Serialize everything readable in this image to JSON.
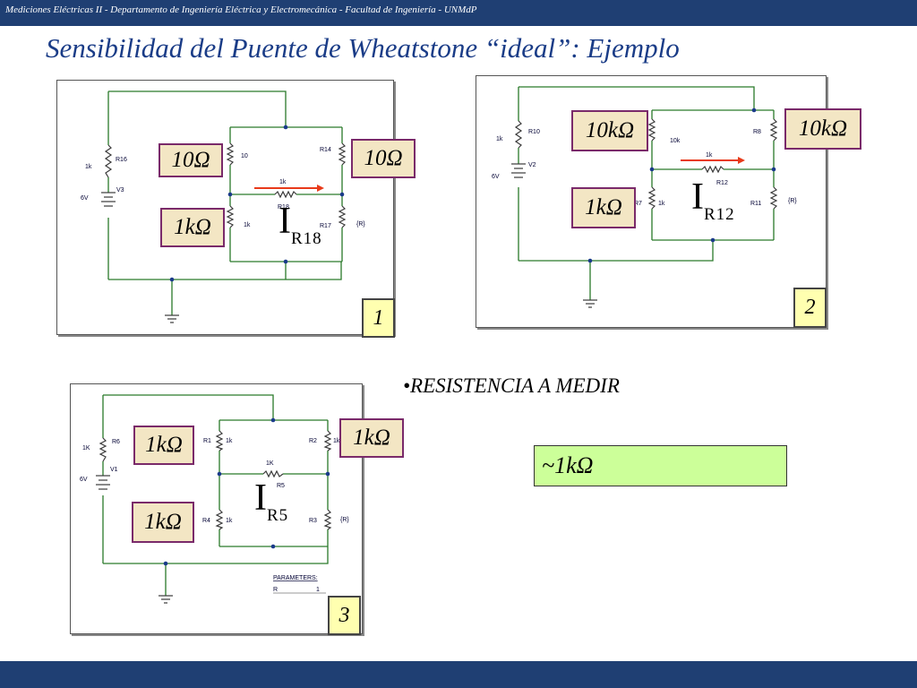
{
  "header": {
    "text": "Mediciones Eléctricas II - Departamento de Ingeniería Eléctrica y Electromecánica - Facultad de Ingeniería - UNMdP"
  },
  "slide": {
    "title": "Sensibilidad del Puente de Wheatstone “ideal”: Ejemplo"
  },
  "circuits": [
    {
      "number": "1",
      "labels": [
        "10Ω",
        "10Ω",
        "1kΩ"
      ],
      "current": {
        "main": "I",
        "sub": "R18"
      },
      "schematic": {
        "source_value": "6V",
        "source_name": "V3",
        "series_value": "1k",
        "series_name": "R16",
        "top_left_name": "",
        "top_left_value": "10",
        "top_right_name": "R14",
        "top_right_value": "",
        "bridge_name": "R18",
        "bridge_value": "1k",
        "bottom_left_name": "",
        "bottom_left_value": "1k",
        "bottom_right_name": "R17",
        "bottom_right_value": "{R}"
      }
    },
    {
      "number": "2",
      "labels": [
        "10kΩ",
        "10kΩ",
        "1kΩ"
      ],
      "current": {
        "main": "I",
        "sub": "R12"
      },
      "schematic": {
        "source_value": "6V",
        "source_name": "V2",
        "series_value": "1k",
        "series_name": "R10",
        "top_left_name": "",
        "top_left_value": "10k",
        "top_right_name": "R8",
        "top_right_value": "",
        "bridge_name": "R12",
        "bridge_value": "1k",
        "bottom_left_name": "R7",
        "bottom_left_value": "1k",
        "bottom_right_name": "R11",
        "bottom_right_value": "{R}"
      }
    },
    {
      "number": "3",
      "labels": [
        "1kΩ",
        "1kΩ",
        "1kΩ"
      ],
      "current": {
        "main": "I",
        "sub": "R5"
      },
      "schematic": {
        "source_value": "6V",
        "source_name": "V1",
        "series_value": "1K",
        "series_name": "R6",
        "top_left_name": "R1",
        "top_left_value": "1k",
        "top_right_name": "R2",
        "top_right_value": "1k",
        "bridge_name": "R5",
        "bridge_value": "1K",
        "bottom_left_name": "R4",
        "bottom_left_value": "1k",
        "bottom_right_name": "R3",
        "bottom_right_value": "{R}",
        "params_title": "PARAMETERS:",
        "params_name": "R",
        "params_value": "1"
      }
    }
  ],
  "note": {
    "bullet": "•RESISTENCIA A MEDIR",
    "result": "~1kΩ"
  },
  "colors": {
    "bar": "#1f3f73",
    "title": "#1a3c87",
    "label_fill": "#f3e6c4",
    "label_border": "#7a2a6a",
    "number_fill": "#ffffb0",
    "result_fill": "#ccff99",
    "wire": "#2a7a2a",
    "arrow": "#e83a1a"
  }
}
